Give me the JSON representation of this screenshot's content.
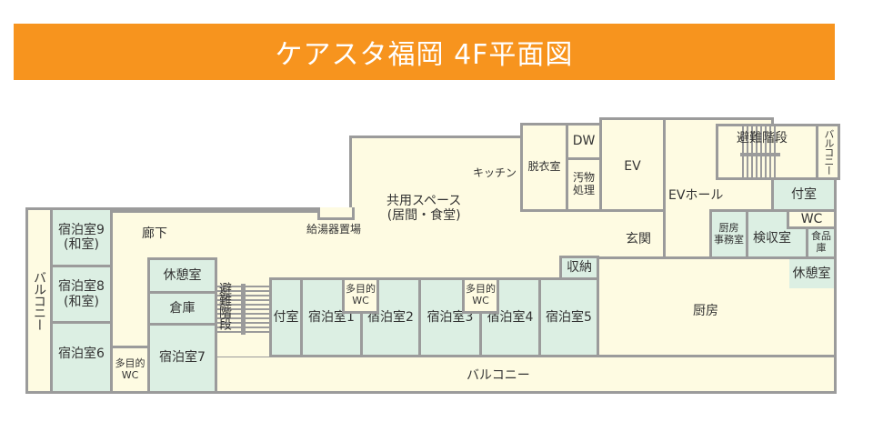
{
  "title": "ケアスタ福岡 4F平面図",
  "colors": {
    "banner": "#f7941e",
    "corridor": "#fefbe2",
    "room": "#dcefe3",
    "wall": "#9b9b9b"
  },
  "rooms": {
    "balcony_left": "バルコニー",
    "room9": "宿泊室9",
    "room9_sub": "(和室)",
    "room8": "宿泊室8",
    "room8_sub": "(和室)",
    "room6": "宿泊室6",
    "wc_left": "多目的\nWC",
    "corridor": "廊下",
    "lounge_left": "休憩室",
    "storage": "倉庫",
    "room7": "宿泊室7",
    "stairs_left": "避難階段",
    "annex_left": "付室",
    "room1": "宿泊室1",
    "wc_mid1": "多目的\nWC",
    "room2": "宿泊室2",
    "room3": "宿泊室3",
    "wc_mid2": "多目的\nWC",
    "room4": "宿泊室4",
    "room5": "宿泊室5",
    "closet": "収納",
    "heater": "給湯器置場",
    "common_space": "共用スペース",
    "common_space_sub": "(居間・食堂)",
    "kitchenette": "キッチン",
    "changing_room": "脱衣室",
    "dw": "DW",
    "soiled": "汚物\n処理",
    "ev": "EV",
    "ev_hall": "EVホール",
    "entrance": "玄関",
    "stairs_right": "避難階段",
    "balcony_right": "バルコニー",
    "annex_right": "付室",
    "wc_right": "WC",
    "kitchen_office": "厨房\n事務室",
    "inspection": "検収室",
    "pantry": "食品庫",
    "lounge_right": "休憩室",
    "kitchen": "厨房",
    "balcony_bottom": "バルコニー"
  }
}
